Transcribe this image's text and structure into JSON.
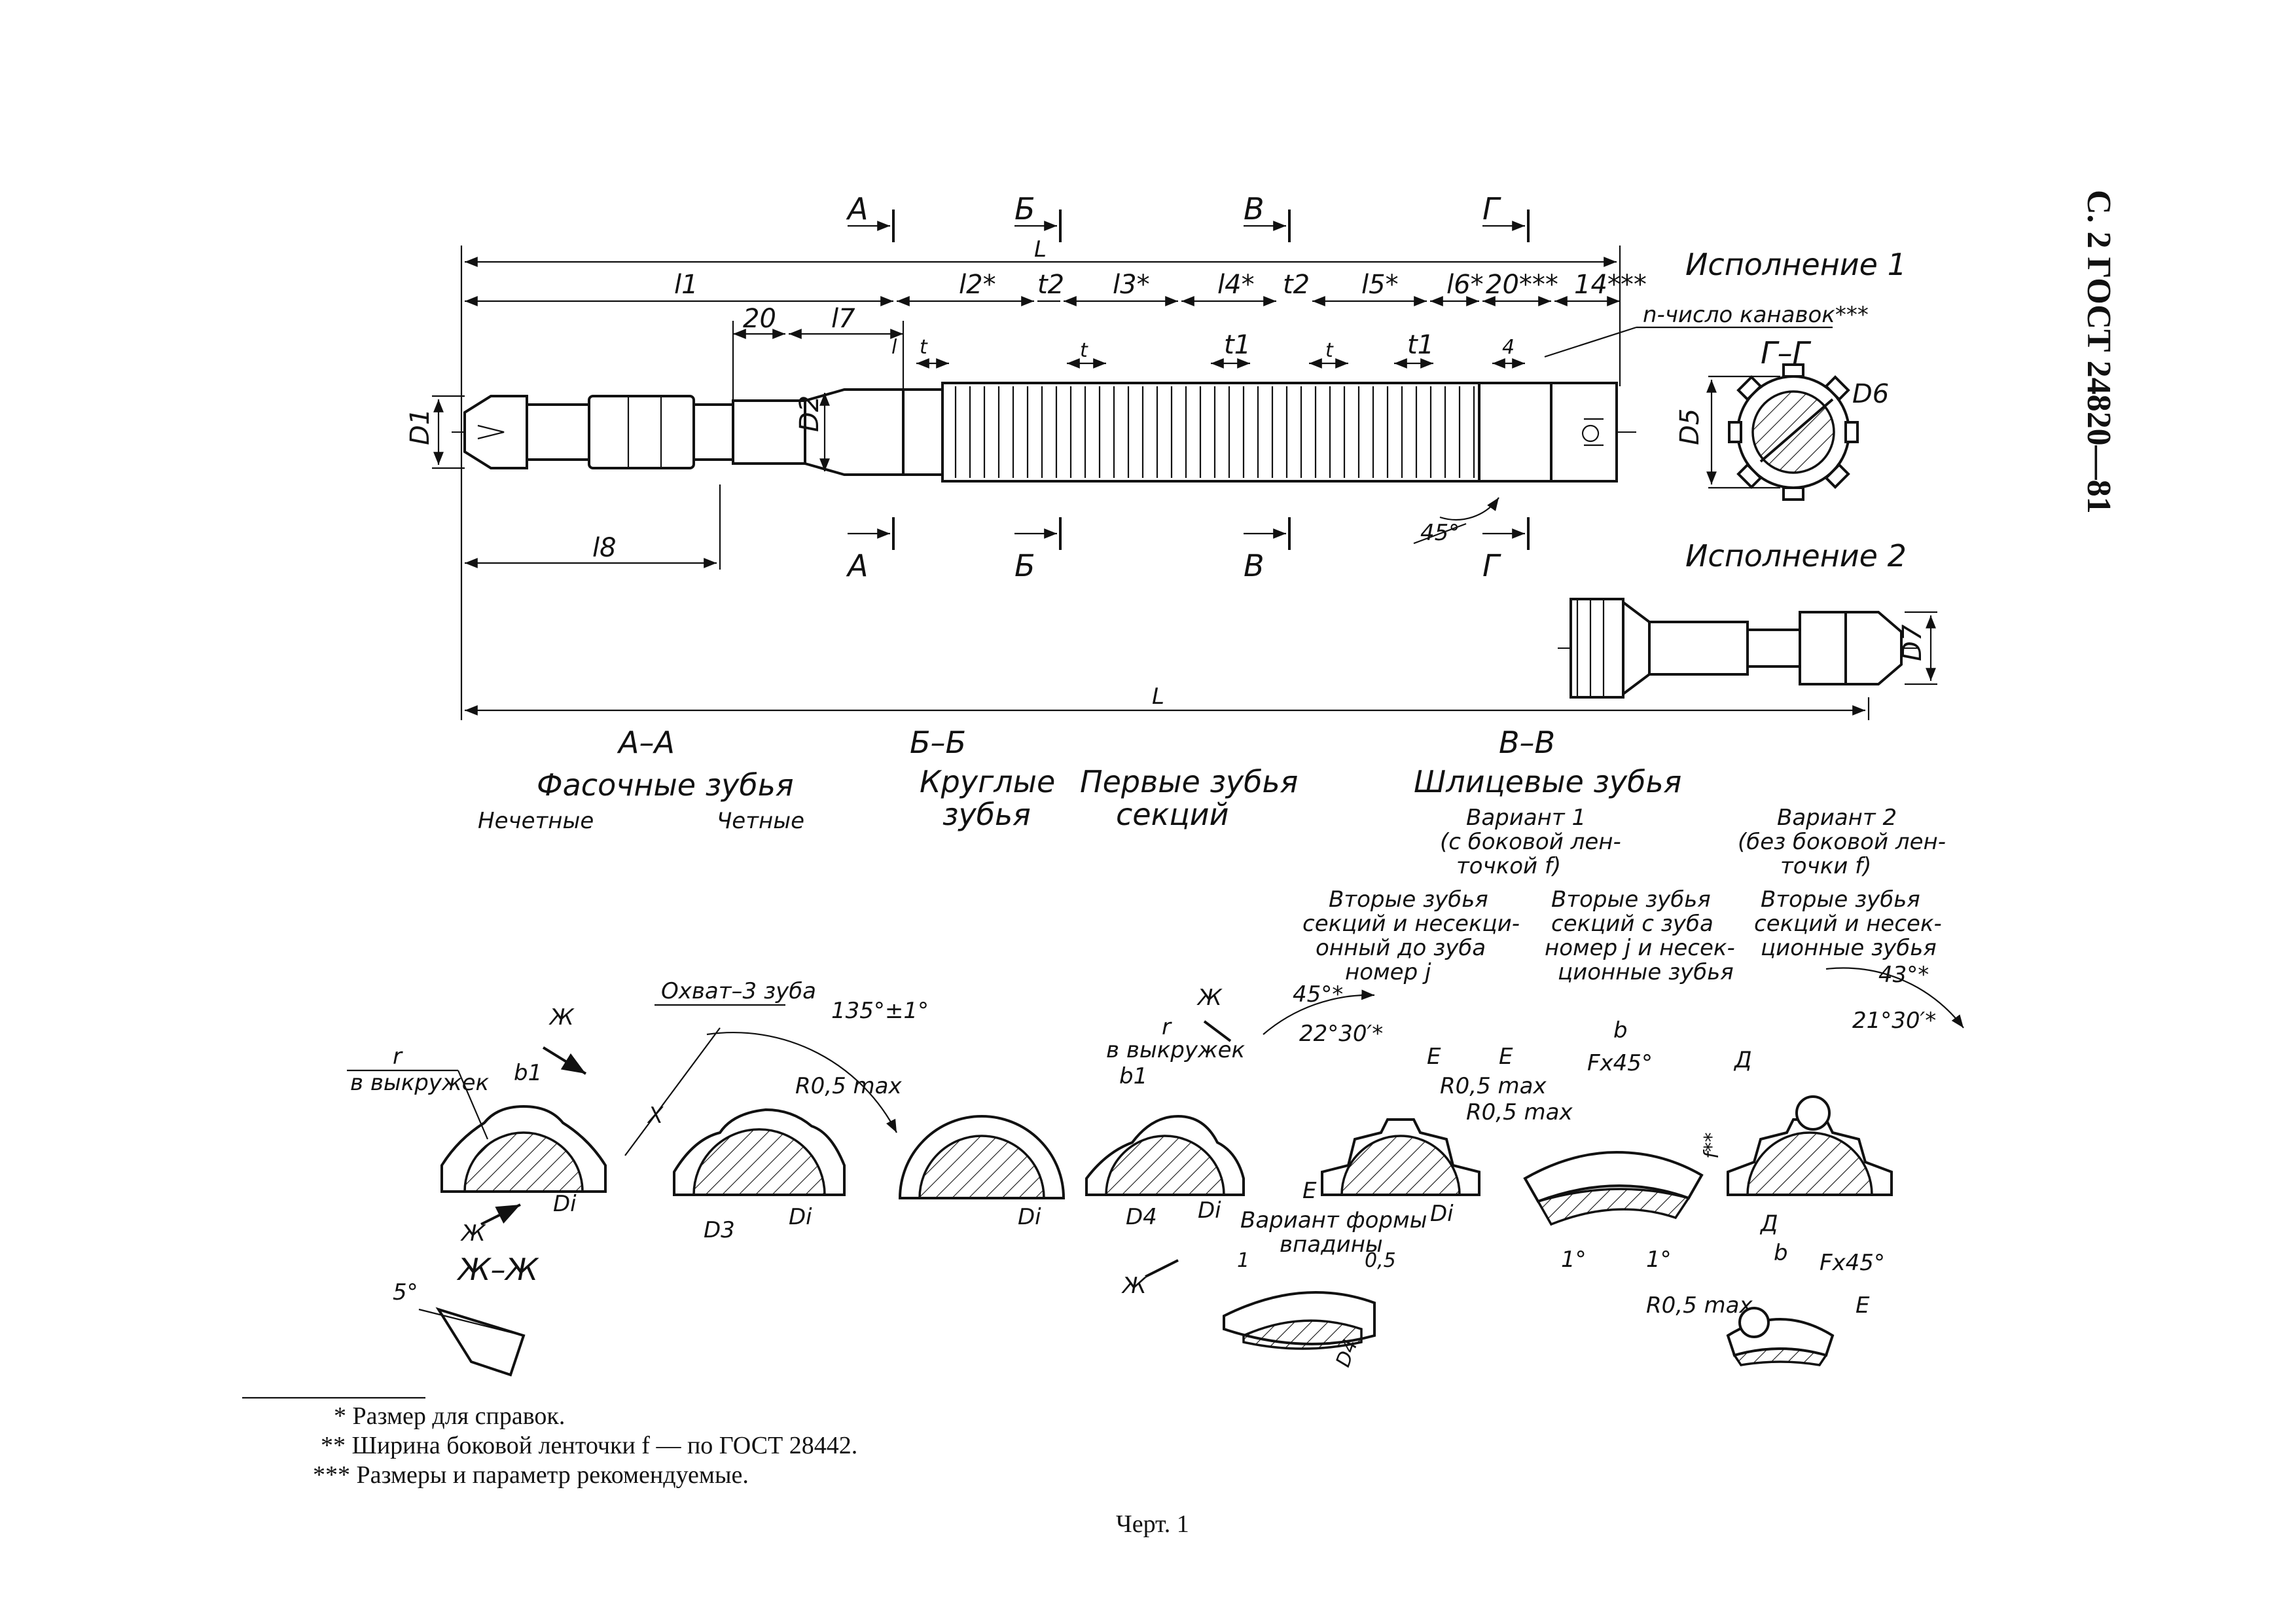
{
  "page_header": "С. 2 ГОСТ 24820—81",
  "sections": {
    "aa_top": "А",
    "bb_top": "Б",
    "vv_top": "В",
    "gg_top": "Г",
    "aa_bot": "А",
    "bb_bot": "Б",
    "vv_bot": "В",
    "gg_bot": "Г",
    "gg_view": "Г–Г",
    "aa_view": "А–А",
    "bb_view": "Б–Б",
    "vv_view": "В–В",
    "zhzh_view": "Ж–Ж"
  },
  "dims": {
    "L_top": "L",
    "L_bottom": "L",
    "l1": "l1",
    "l2": "l2*",
    "l3": "l3*",
    "l4": "l4*",
    "l5": "l5*",
    "l6": "l6*",
    "l7": "l7",
    "l8": "l8",
    "d20": "20",
    "d20s": "20***",
    "d14s": "14***",
    "t": "t",
    "t1": "t1",
    "t2": "t2",
    "l_small": "l",
    "d4": "4",
    "D1": "D1",
    "D2": "D2",
    "D5": "D5",
    "D6": "D6",
    "D7": "D7",
    "ang45": "45°",
    "grooves": "n-число канавок***"
  },
  "variants": {
    "v1_title": "Исполнение 1",
    "v2_title": "Исполнение 2"
  },
  "groups": {
    "chamfer_teeth": "Фасочные зубья",
    "odd": "Нечетные",
    "even": "Четные",
    "round_teeth_1": "Круглые",
    "round_teeth_2": "зубья",
    "first_teeth_1": "Первые зубья",
    "first_teeth_2": "секций",
    "spline_teeth": "Шлицевые зубья",
    "var1_1": "Вариант 1",
    "var1_2": "(с боковой лен-",
    "var1_3": "точкой f)",
    "var2_1": "Вариант 2",
    "var2_2": "(без боковой лен-",
    "var2_3": "точки f)",
    "sec_a_1": "Вторые зубья",
    "sec_a_2": "секций и несекци-",
    "sec_a_3": "онный до зуба",
    "sec_a_4": "номер j",
    "sec_b_1": "Вторые зубья",
    "sec_b_2": "секций с зуба",
    "sec_b_3": "номер j и несек-",
    "sec_b_4": "ционные зубья",
    "sec_c_1": "Вторые зубья",
    "sec_c_2": "секций и несек-",
    "sec_c_3": "ционные зубья"
  },
  "details": {
    "r_dim": "r",
    "in_scallops": "в выкружек",
    "b1": "b1",
    "Di": "Di",
    "D3": "D3",
    "D4": "D4",
    "coverage": "Охват–3 зуба",
    "angle135": "135°±1°",
    "r05max": "R0,5 max",
    "x": "X",
    "zh": "Ж",
    "ang5": "5°",
    "ang45s": "45°*",
    "ang22": "22°30′*",
    "E": "E",
    "b": "b",
    "Fx45": "Fx45°",
    "fss": "f**",
    "ang1": "1°",
    "ang43": "43°*",
    "ang21": "21°30′*",
    "D": "Д",
    "groove_form_1": "Вариант формы",
    "groove_form_2": "впадины",
    "one": "1",
    "half": "0,5"
  },
  "footnotes": [
    "*  Размер для справок.",
    "**  Ширина боковой ленточки f — по ГОСТ 28442.",
    "***  Размеры и параметр рекомендуемые."
  ],
  "caption": "Черт. 1"
}
